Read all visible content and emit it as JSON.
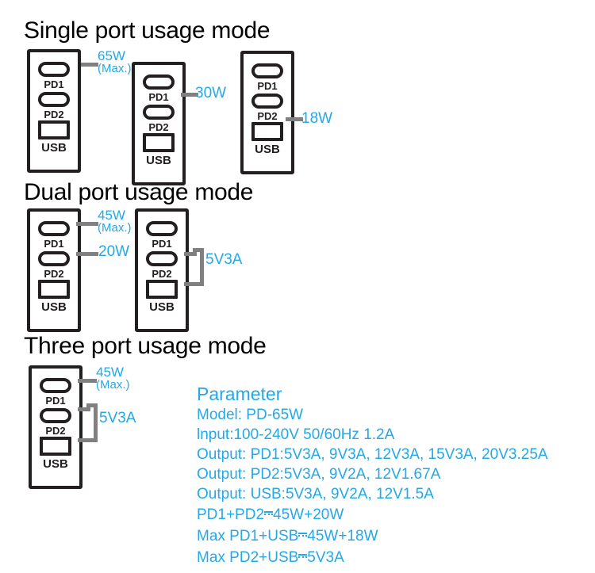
{
  "sections": [
    {
      "id": "single",
      "title": "Single port usage mode",
      "devices": [
        {
          "ports": {
            "pd1": "PD1",
            "pd2": "PD2",
            "usb": "USB"
          },
          "annotation_main": "65W",
          "annotation_sub": "(Max.)",
          "annotation_target": "pd1"
        },
        {
          "ports": {
            "pd1": "PD1",
            "pd2": "PD2",
            "usb": "USB"
          },
          "annotation_main": "30W",
          "annotation_target": "pd2"
        },
        {
          "ports": {
            "pd1": "PD1",
            "pd2": "PD2",
            "usb": "USB"
          },
          "annotation_main": "18W",
          "annotation_target": "usb"
        }
      ]
    },
    {
      "id": "dual",
      "title": "Dual port usage mode",
      "devices": [
        {
          "ports": {
            "pd1": "PD1",
            "pd2": "PD2",
            "usb": "USB"
          },
          "annotation_main": "45W",
          "annotation_sub": "(Max.)",
          "annotation_second": "20W"
        },
        {
          "ports": {
            "pd1": "PD1",
            "pd2": "PD2",
            "usb": "USB"
          },
          "bracket_label": "5V3A"
        }
      ]
    },
    {
      "id": "three",
      "title": "Three port usage mode",
      "devices": [
        {
          "ports": {
            "pd1": "PD1",
            "pd2": "PD2",
            "usb": "USB"
          },
          "annotation_main": "45W",
          "annotation_sub": "(Max.)",
          "bracket_label": "5V3A"
        }
      ]
    }
  ],
  "parameter": {
    "title": "Parameter",
    "model": "Model: PD-65W",
    "input": "lnput:100-240V 50/60Hz 1.2A",
    "output_pd1": "Output: PD1:5V3A, 9V3A, 12V3A, 15V3A, 20V3.25A",
    "output_pd2": "Output: PD2:5V3A, 9V2A, 12V1.67A",
    "output_usb": "Output: USB:5V3A, 9V2A, 12V1.5A",
    "combo_pd1_pd2_left": "PD1+PD2",
    "combo_pd1_pd2_right": "45W+20W",
    "combo_pd1_usb_left": "Max PD1+USB",
    "combo_pd1_usb_right": "45W+18W",
    "combo_pd2_usb_left": "Max PD2+USB",
    "combo_pd2_usb_right": "5V3A"
  },
  "colors": {
    "accent_blue": "#24a8e8",
    "outline_black": "#231f20",
    "leader_gray": "#808080"
  }
}
